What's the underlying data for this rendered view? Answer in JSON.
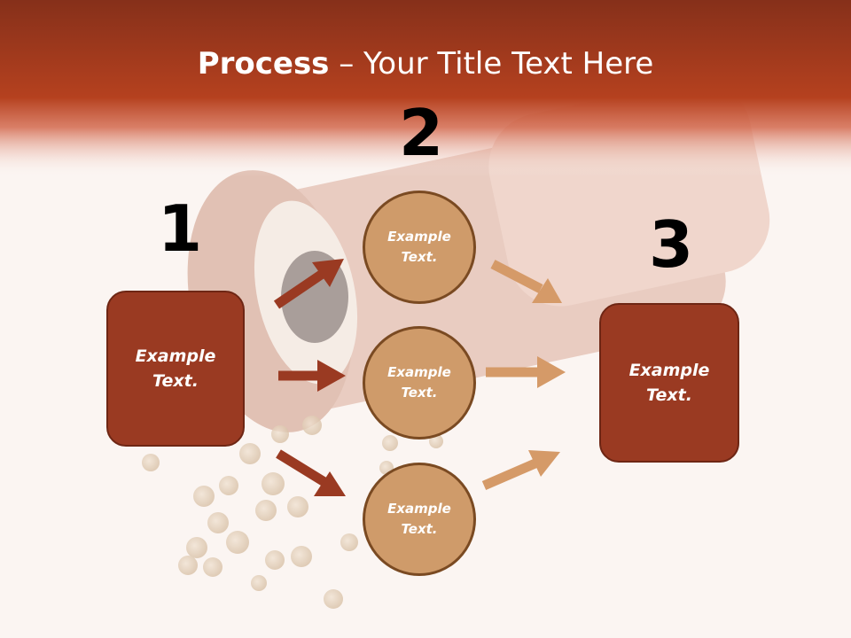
{
  "slide": {
    "title_bold": "Process",
    "title_rest": " – Your Title Text Here"
  },
  "steps": [
    {
      "number": "1",
      "text": "Example Text."
    },
    {
      "number": "2",
      "text": "Example Text."
    },
    {
      "number": "3",
      "text": "Example Text."
    }
  ],
  "circles": [
    {
      "text": "Example Text."
    },
    {
      "text": "Example Text."
    },
    {
      "text": "Example Text."
    }
  ],
  "colors": {
    "header": "#b5411f",
    "box_fill": "#9a3a22",
    "circle_fill": "#cf9b6a",
    "arrow_dark": "#9a3a22",
    "arrow_light": "#d59a68"
  }
}
